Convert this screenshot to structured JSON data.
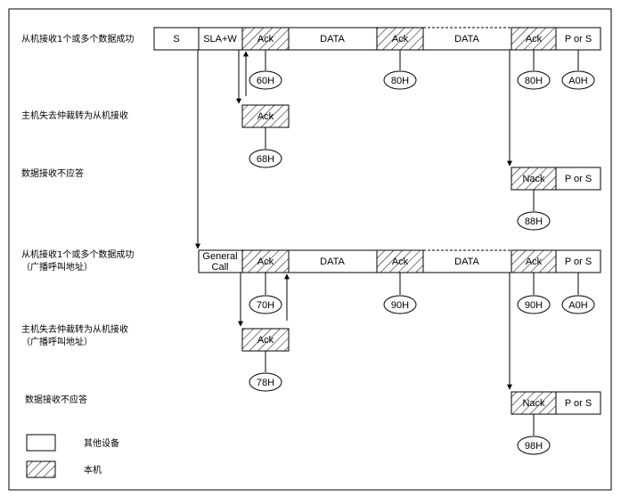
{
  "row_labels": {
    "r1": "从机接收1个或多个数据成功",
    "r2": "主机失去仲裁转为从机接收",
    "r3": "数据接收不应答",
    "r4_line1": "从机接收1个或多个数据成功",
    "r4_line2": "（广播呼叫地址）",
    "r5_line1": "主机失去仲裁转为从机接收",
    "r5_line2": "（广播呼叫地址）",
    "r6": "数据接收不应答"
  },
  "row1": {
    "s": "S",
    "sla": "SLA+W",
    "ack1": "Ack",
    "data1": "DATA",
    "ack2": "Ack",
    "data2": "DATA",
    "ack3": "Ack",
    "porS": "P or S"
  },
  "row2": {
    "ack": "Ack"
  },
  "row3": {
    "nack": "Nack",
    "porS": "P or S"
  },
  "row4": {
    "gc_line1": "General",
    "gc_line2": "Call",
    "ack1": "Ack",
    "data1": "DATA",
    "ack2": "Ack",
    "data2": "DATA",
    "ack3": "Ack",
    "porS": "P or S"
  },
  "row5": {
    "ack": "Ack"
  },
  "row6": {
    "nack": "Nack",
    "porS": "P or S"
  },
  "status_codes": {
    "c60": "60H",
    "c80a": "80H",
    "c80b": "80H",
    "cA0a": "A0H",
    "c68": "68H",
    "c88": "88H",
    "c70": "70H",
    "c90a": "90H",
    "c90b": "90H",
    "cA0b": "A0H",
    "c78": "78H",
    "c98": "98H"
  },
  "legend": {
    "other_device": "其他设备",
    "this_device": "本机"
  }
}
